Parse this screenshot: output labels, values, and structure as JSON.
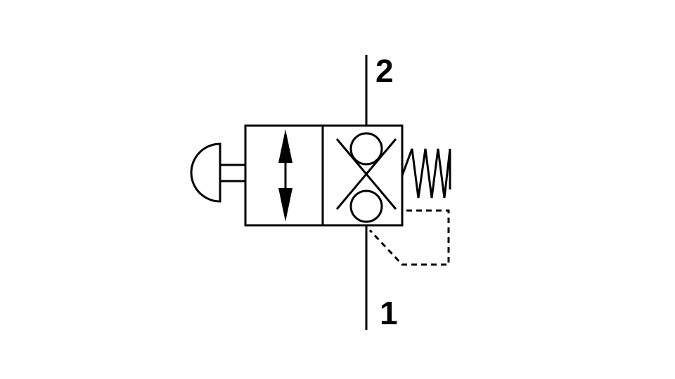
{
  "diagram": {
    "ports": {
      "top": "2",
      "bottom": "1"
    },
    "colors": {
      "stroke": "#000000",
      "background": "#ffffff"
    },
    "symbols": {
      "actuator": "push-button-icon",
      "left_box": "double-arrow-icon",
      "right_box": "check-valves-icon",
      "spring": "spring-icon",
      "pilot_line": "dashed-pilot-line"
    }
  }
}
